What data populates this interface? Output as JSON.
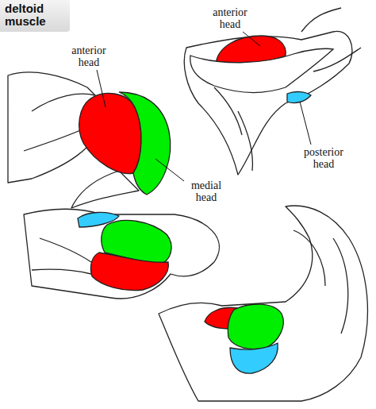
{
  "diagram": {
    "title": "deltoid muscle",
    "labels": [
      "anterior head",
      "medial head",
      "anterior head",
      "posterior head"
    ]
  }
}
